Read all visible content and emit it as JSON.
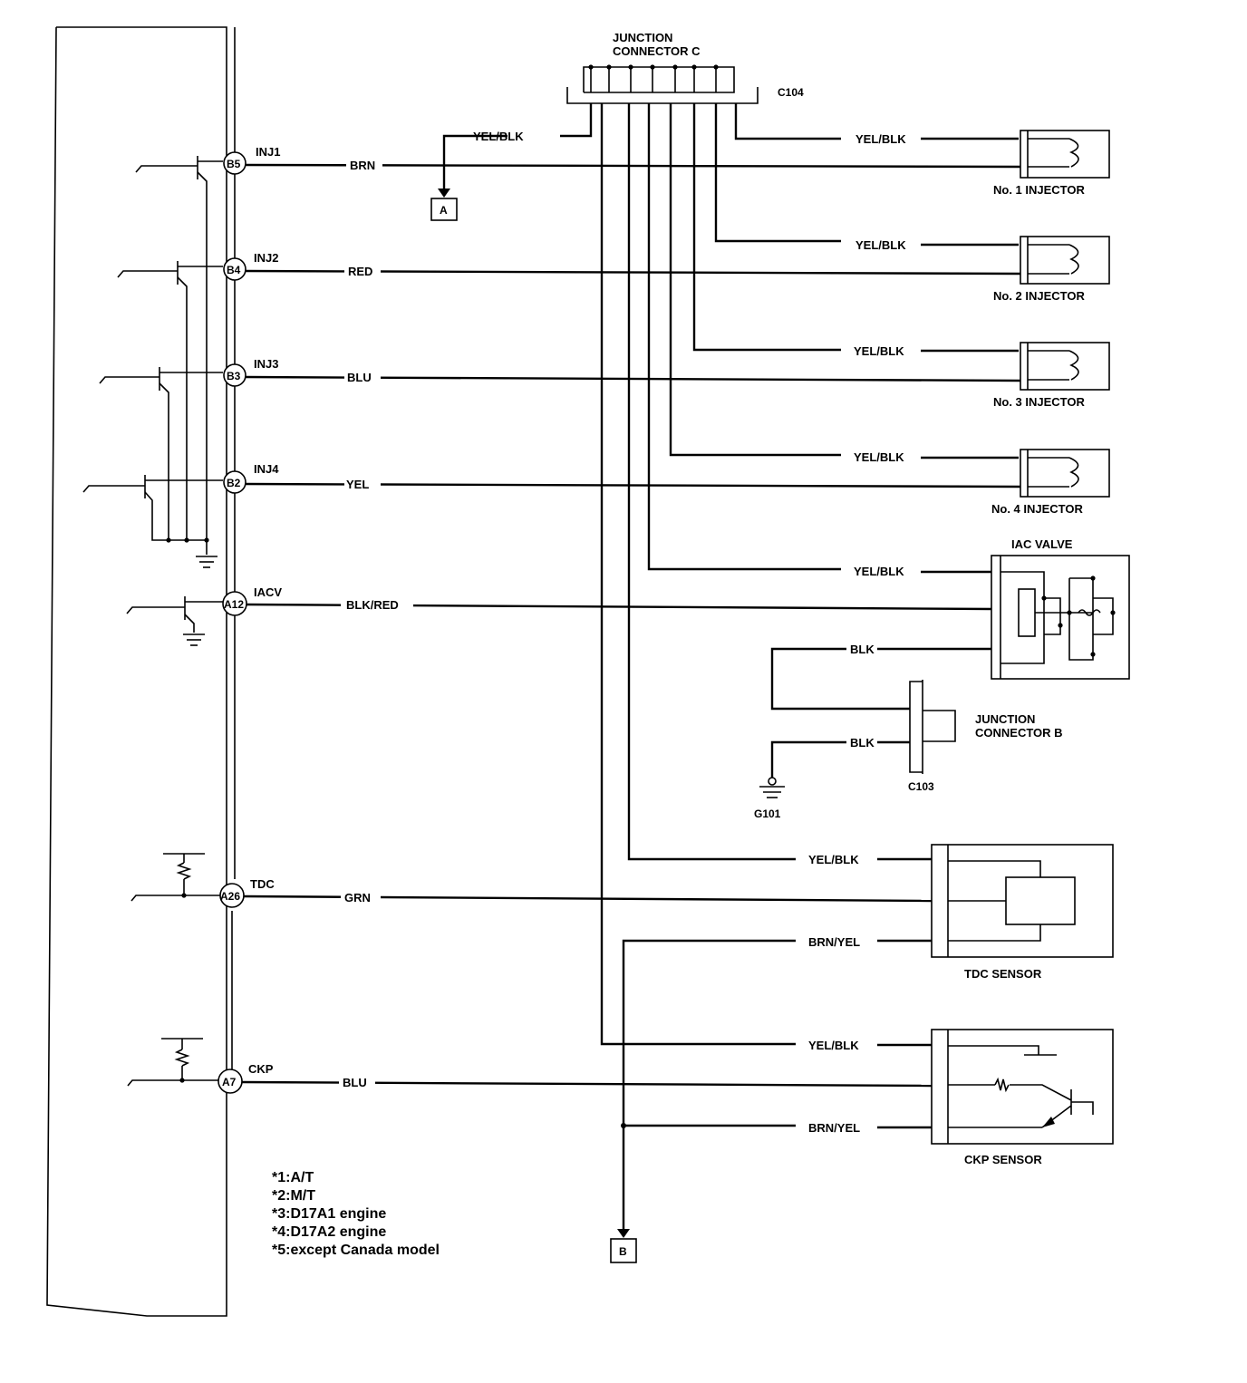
{
  "junction_connector_c": {
    "line1": "JUNCTION",
    "line2": "CONNECTOR C",
    "id": "C104"
  },
  "ecm_pins": [
    {
      "pin": "B5",
      "signal": "INJ1",
      "wire": "BRN"
    },
    {
      "pin": "B4",
      "signal": "INJ2",
      "wire": "RED"
    },
    {
      "pin": "B3",
      "signal": "INJ3",
      "wire": "BLU"
    },
    {
      "pin": "B2",
      "signal": "INJ4",
      "wire": "YEL"
    },
    {
      "pin": "A12",
      "signal": "IACV",
      "wire": "BLK/RED"
    },
    {
      "pin": "A26",
      "signal": "TDC",
      "wire": "GRN"
    },
    {
      "pin": "A7",
      "signal": "CKP",
      "wire": "BLU"
    }
  ],
  "injectors": [
    {
      "label": "No. 1 INJECTOR",
      "feed": "YEL/BLK"
    },
    {
      "label": "No. 2 INJECTOR",
      "feed": "YEL/BLK"
    },
    {
      "label": "No. 3 INJECTOR",
      "feed": "YEL/BLK"
    },
    {
      "label": "No. 4 INJECTOR",
      "feed": "YEL/BLK"
    }
  ],
  "branch_a": {
    "wire": "YEL/BLK",
    "tag": "A"
  },
  "iac_valve": {
    "label": "IAC VALVE",
    "feed": "YEL/BLK",
    "ground_wire": "BLK"
  },
  "junction_connector_b": {
    "line1": "JUNCTION",
    "line2": "CONNECTOR B",
    "id": "C103",
    "ground_wire": "BLK",
    "ground": "G101"
  },
  "tdc_sensor": {
    "label": "TDC SENSOR",
    "feed": "YEL/BLK",
    "return": "BRN/YEL"
  },
  "ckp_sensor": {
    "label": "CKP SENSOR",
    "feed": "YEL/BLK",
    "return": "BRN/YEL"
  },
  "branch_b": {
    "tag": "B"
  },
  "notes": [
    "*1:A/T",
    "*2:M/T",
    "*3:D17A1 engine",
    "*4:D17A2 engine",
    "*5:except Canada model"
  ]
}
